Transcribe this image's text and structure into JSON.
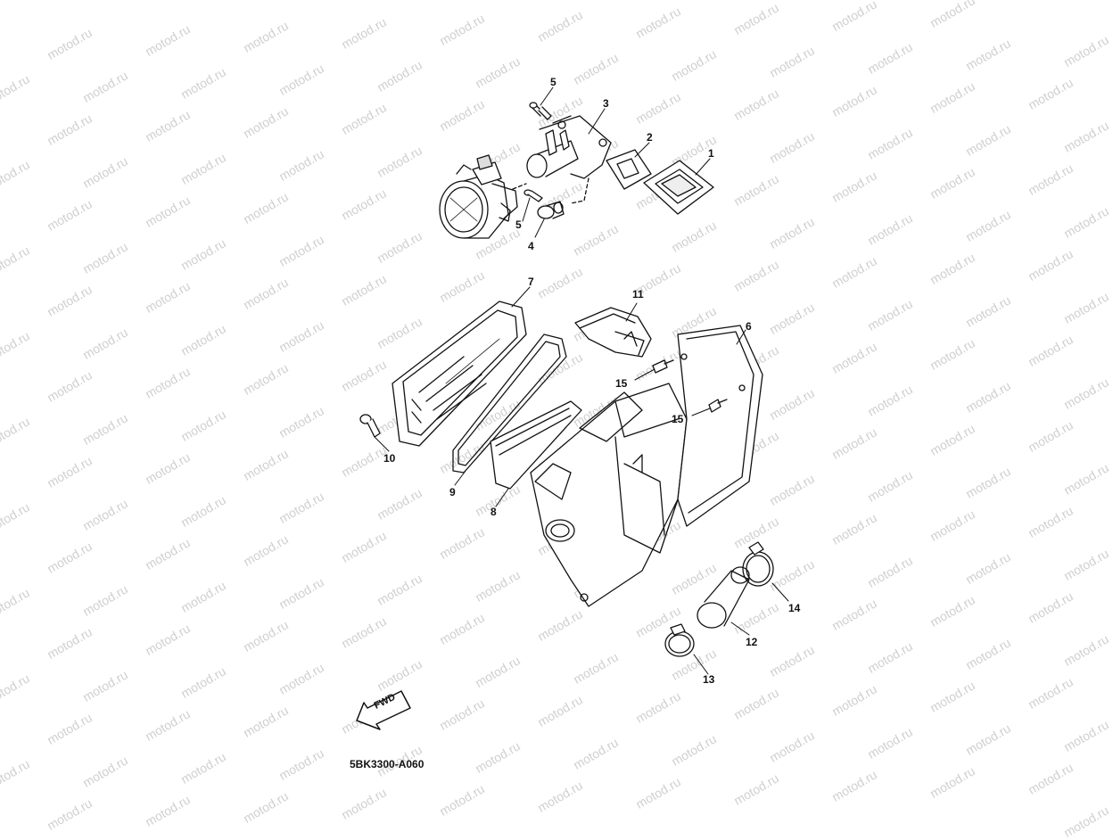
{
  "watermark": {
    "text": "motod.ru"
  },
  "diagram": {
    "code": "5BK3300-A060",
    "fwd_label": "FWD",
    "callouts": [
      {
        "id": "c5a",
        "label": "5"
      },
      {
        "id": "c3",
        "label": "3"
      },
      {
        "id": "c2",
        "label": "2"
      },
      {
        "id": "c1",
        "label": "1"
      },
      {
        "id": "c5b",
        "label": "5"
      },
      {
        "id": "c4",
        "label": "4"
      },
      {
        "id": "c7",
        "label": "7"
      },
      {
        "id": "c11",
        "label": "11"
      },
      {
        "id": "c6",
        "label": "6"
      },
      {
        "id": "c15a",
        "label": "15"
      },
      {
        "id": "c15b",
        "label": "15"
      },
      {
        "id": "c10",
        "label": "10"
      },
      {
        "id": "c9",
        "label": "9"
      },
      {
        "id": "c8",
        "label": "8"
      },
      {
        "id": "c14",
        "label": "14"
      },
      {
        "id": "c12",
        "label": "12"
      },
      {
        "id": "c13",
        "label": "13"
      }
    ]
  }
}
